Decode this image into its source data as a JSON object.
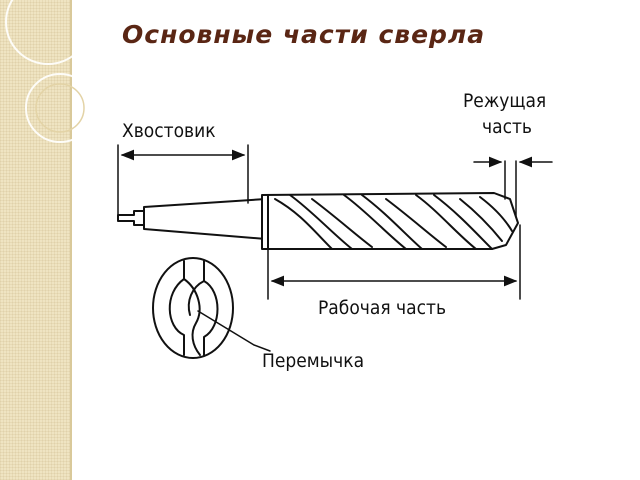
{
  "slide": {
    "title": "Основные части сверла"
  },
  "diagram": {
    "labels": {
      "shank": "Хвостовик",
      "cutting_line1": "Режущая",
      "cutting_line2": "часть",
      "working": "Рабочая часть",
      "web": "Перемычка"
    }
  },
  "colors": {
    "title": "#5a2614",
    "side_band": "#efe4c2",
    "line": "#111111"
  }
}
